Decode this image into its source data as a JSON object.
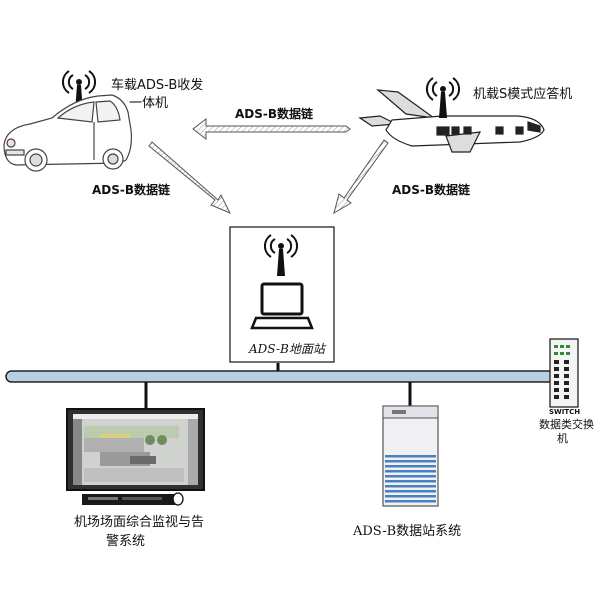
{
  "nodes": {
    "vehicle": {
      "label_line1": "车载ADS-B收发",
      "label_line2": "一体机"
    },
    "aircraft": {
      "label": "机载S模式应答机"
    },
    "ground_station": {
      "label": "ADS-B地面站"
    },
    "monitor": {
      "label_line1": "机场场面综合监视与告",
      "label_line2": "警系统"
    },
    "data_station": {
      "label": "ADS-B数据站系统"
    },
    "switch": {
      "device_text": "SWITCH",
      "label_line1": "数据类交换",
      "label_line2": "机"
    }
  },
  "links": {
    "aircraft_to_vehicle": "ADS-B数据链",
    "vehicle_to_ground": "ADS-B数据链",
    "aircraft_to_ground": "ADS-B数据链"
  },
  "colors": {
    "bus_fill": "#b8cfe2",
    "server_stripe": "#4a7fc0",
    "switch_port": "#2f8a3a"
  }
}
